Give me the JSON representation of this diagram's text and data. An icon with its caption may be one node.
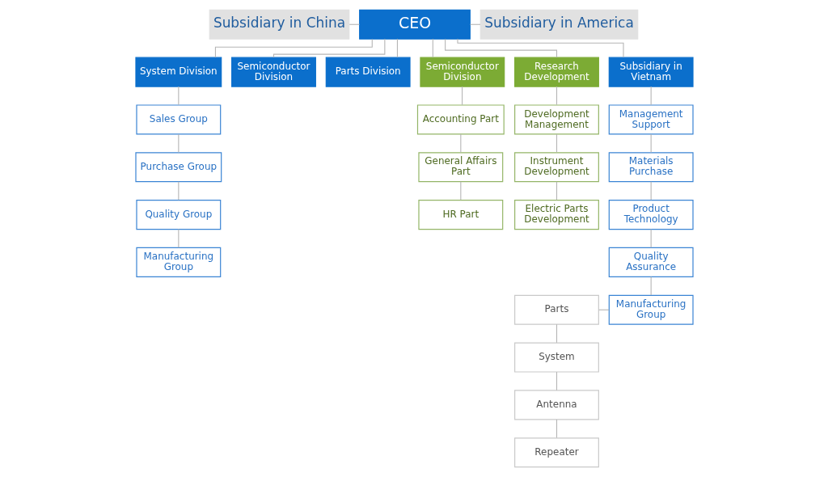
{
  "diagram": {
    "nodes": [
      {
        "text": [
          "Subsidiary in China"
        ]
      },
      {
        "text": [
          "CEO"
        ]
      },
      {
        "text": [
          "Subsidiary in America"
        ]
      },
      {
        "text": [
          "System Division"
        ]
      },
      {
        "text": [
          "Semiconductor Division"
        ]
      },
      {
        "text": [
          "Parts Division"
        ]
      },
      {
        "text": [
          "Semiconductor Division"
        ]
      },
      {
        "text": [
          "Research Development"
        ]
      },
      {
        "text": [
          "Subsidiary in Vietnam"
        ]
      },
      {
        "text": [
          "Sales Group"
        ]
      },
      {
        "text": [
          "Purchase Group"
        ]
      },
      {
        "text": [
          "Quality Group"
        ]
      },
      {
        "text": [
          "Manufacturing Group"
        ]
      },
      {
        "text": [
          "Accounting Part"
        ]
      },
      {
        "text": [
          "General Affairs Part"
        ]
      },
      {
        "text": [
          "HR Part"
        ]
      },
      {
        "text": [
          "Development Management"
        ]
      },
      {
        "text": [
          "Instrument Development"
        ]
      },
      {
        "text": [
          "Electric Parts Development"
        ]
      },
      {
        "text": [
          "Management Support"
        ]
      },
      {
        "text": [
          "Materials Purchase"
        ]
      },
      {
        "text": [
          "Product Technology"
        ]
      },
      {
        "text": [
          "Quality Assurance"
        ]
      },
      {
        "text": [
          "Manufacturing Group"
        ]
      },
      {
        "text": [
          "Parts"
        ]
      },
      {
        "text": [
          "System"
        ]
      },
      {
        "text": [
          "Antenna"
        ]
      },
      {
        "text": [
          "Repeater"
        ]
      }
    ],
    "edges": [
      {
        "from": 0,
        "to": 1,
        "arrow": "none"
      },
      {
        "from": 1,
        "to": 2,
        "arrow": "none"
      },
      {
        "from": 1,
        "to": 3,
        "arrow": "none"
      },
      {
        "from": 1,
        "to": 4,
        "arrow": "none"
      },
      {
        "from": 1,
        "to": 5,
        "arrow": "none"
      },
      {
        "from": 1,
        "to": 6,
        "arrow": "none"
      },
      {
        "from": 1,
        "to": 7,
        "arrow": "none"
      },
      {
        "from": 1,
        "to": 8,
        "arrow": "none"
      },
      {
        "from": 3,
        "to": 9,
        "arrow": "none"
      },
      {
        "from": 9,
        "to": 10,
        "arrow": "none"
      },
      {
        "from": 10,
        "to": 11,
        "arrow": "none"
      },
      {
        "from": 11,
        "to": 12,
        "arrow": "none"
      },
      {
        "from": 6,
        "to": 13,
        "arrow": "none"
      },
      {
        "from": 13,
        "to": 14,
        "arrow": "none"
      },
      {
        "from": 14,
        "to": 15,
        "arrow": "none"
      },
      {
        "from": 7,
        "to": 16,
        "arrow": "none"
      },
      {
        "from": 16,
        "to": 17,
        "arrow": "none"
      },
      {
        "from": 17,
        "to": 18,
        "arrow": "none"
      },
      {
        "from": 8,
        "to": 19,
        "arrow": "none"
      },
      {
        "from": 19,
        "to": 20,
        "arrow": "none"
      },
      {
        "from": 20,
        "to": 21,
        "arrow": "none"
      },
      {
        "from": 21,
        "to": 22,
        "arrow": "none"
      },
      {
        "from": 22,
        "to": 23,
        "arrow": "none"
      },
      {
        "from": 24,
        "to": 23,
        "arrow": "none"
      },
      {
        "from": 24,
        "to": 25,
        "arrow": "none"
      },
      {
        "from": 25,
        "to": 26,
        "arrow": "none"
      },
      {
        "from": 26,
        "to": 27,
        "arrow": "none"
      }
    ]
  }
}
